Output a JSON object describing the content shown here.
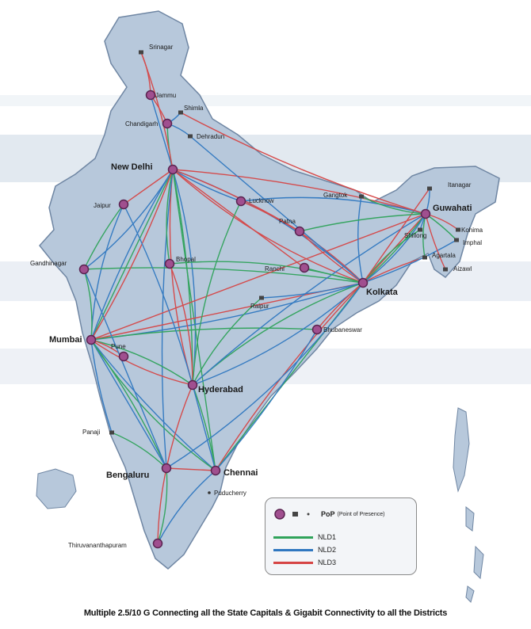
{
  "legend": {
    "pop_label": "PoP",
    "pop_desc": "(Point of Presence)",
    "items": [
      {
        "label": "NLD1",
        "color": "#2fa35a"
      },
      {
        "label": "NLD2",
        "color": "#2f77c0"
      },
      {
        "label": "NLD3",
        "color": "#d64545"
      }
    ]
  },
  "caption": "Multiple 2.5/10 G Connecting all the State Capitals & Gigabit Connectivity to all the Districts",
  "colors": {
    "land": "#b7c8db",
    "land_stroke": "#6f86a3",
    "node": "#a04f8f",
    "node_stroke": "#5a2350",
    "pop_square": "#444444",
    "sea_band": "#c9d4e3"
  },
  "cities": {
    "srinagar": "Srinagar",
    "jammu": "Jammu",
    "shimla": "Shimla",
    "chandigarh": "Chandigarh",
    "dehradun": "Dehradun",
    "new_delhi": "New Delhi",
    "jaipur": "Jaipur",
    "lucknow": "Lucknow",
    "gandhinagar": "Gandhinagar",
    "bhopal": "Bhopal",
    "patna": "Patna",
    "ranchi": "Ranchi",
    "gangtok": "Gangtok",
    "itanagar": "Itanagar",
    "guwahati": "Guwahati",
    "shillong": "Shillong",
    "kohima": "Kohima",
    "imphal": "Imphal",
    "agartala": "Agartala",
    "aizawl": "Aizawl",
    "kolkata": "Kolkata",
    "raipur": "Raipur",
    "bhubaneswar": "Bhubaneswar",
    "mumbai": "Mumbai",
    "pune": "Pune",
    "hyderabad": "Hyderabad",
    "panaji": "Panaji",
    "bengaluru": "Bengaluru",
    "chennai": "Chennai",
    "puducherry": "Puducherry",
    "thiruvananthapuram": "Thiruvananthapuram"
  }
}
